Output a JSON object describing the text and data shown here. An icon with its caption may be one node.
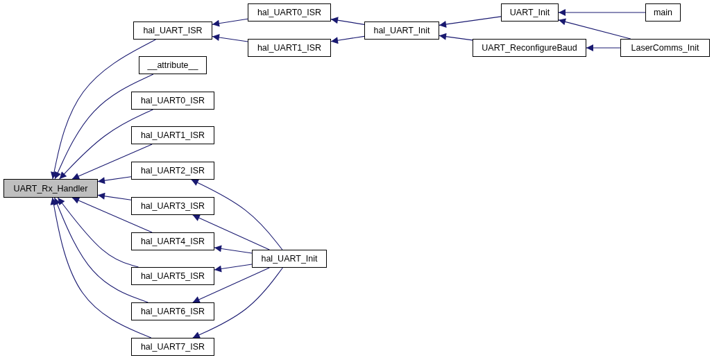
{
  "diagram": {
    "nodes": [
      {
        "text": [
          "UART_Rx_Handler"
        ]
      },
      {
        "text": [
          "hal_UART_ISR"
        ]
      },
      {
        "text": [
          "hal_UART0_ISR"
        ]
      },
      {
        "text": [
          "hal_UART1_ISR"
        ]
      },
      {
        "text": [
          "hal_UART_Init"
        ]
      },
      {
        "text": [
          "UART_Init"
        ]
      },
      {
        "text": [
          "UART_ReconfigureBaud"
        ]
      },
      {
        "text": [
          "main"
        ]
      },
      {
        "text": [
          "LaserComms_Init"
        ]
      },
      {
        "text": [
          "__attribute__"
        ]
      },
      {
        "text": [
          "hal_UART0_ISR"
        ]
      },
      {
        "text": [
          "hal_UART1_ISR"
        ]
      },
      {
        "text": [
          "hal_UART2_ISR"
        ]
      },
      {
        "text": [
          "hal_UART3_ISR"
        ]
      },
      {
        "text": [
          "hal_UART4_ISR"
        ]
      },
      {
        "text": [
          "hal_UART5_ISR"
        ]
      },
      {
        "text": [
          "hal_UART6_ISR"
        ]
      },
      {
        "text": [
          "hal_UART7_ISR"
        ]
      },
      {
        "text": [
          "hal_UART_Init"
        ]
      }
    ],
    "edges": [
      {
        "from": 1,
        "to": 0,
        "arrow": "to"
      },
      {
        "from": 9,
        "to": 0,
        "arrow": "to"
      },
      {
        "from": 10,
        "to": 0,
        "arrow": "to"
      },
      {
        "from": 11,
        "to": 0,
        "arrow": "to"
      },
      {
        "from": 12,
        "to": 0,
        "arrow": "to"
      },
      {
        "from": 13,
        "to": 0,
        "arrow": "to"
      },
      {
        "from": 14,
        "to": 0,
        "arrow": "to"
      },
      {
        "from": 15,
        "to": 0,
        "arrow": "to"
      },
      {
        "from": 16,
        "to": 0,
        "arrow": "to"
      },
      {
        "from": 17,
        "to": 0,
        "arrow": "to"
      },
      {
        "from": 2,
        "to": 1,
        "arrow": "to"
      },
      {
        "from": 3,
        "to": 1,
        "arrow": "to"
      },
      {
        "from": 4,
        "to": 2,
        "arrow": "to"
      },
      {
        "from": 4,
        "to": 3,
        "arrow": "to"
      },
      {
        "from": 5,
        "to": 4,
        "arrow": "to"
      },
      {
        "from": 6,
        "to": 4,
        "arrow": "to"
      },
      {
        "from": 7,
        "to": 5,
        "arrow": "to"
      },
      {
        "from": 8,
        "to": 5,
        "arrow": "to"
      },
      {
        "from": 8,
        "to": 6,
        "arrow": "to"
      },
      {
        "from": 18,
        "to": 12,
        "arrow": "to"
      },
      {
        "from": 18,
        "to": 13,
        "arrow": "to"
      },
      {
        "from": 18,
        "to": 14,
        "arrow": "to"
      },
      {
        "from": 18,
        "to": 15,
        "arrow": "to"
      },
      {
        "from": 18,
        "to": 16,
        "arrow": "to"
      },
      {
        "from": 18,
        "to": 17,
        "arrow": "to"
      }
    ]
  }
}
